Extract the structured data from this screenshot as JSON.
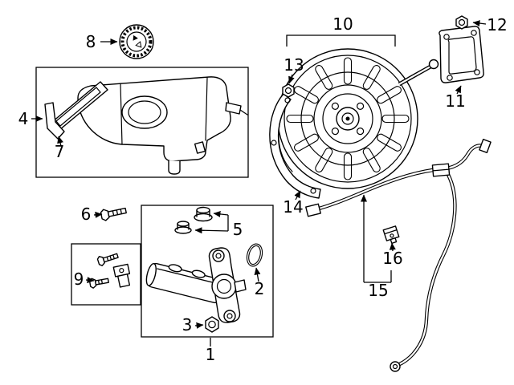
{
  "diagram": {
    "colors": {
      "background": "#ffffff",
      "line": "#000000"
    },
    "callouts": {
      "n1": "1",
      "n2": "2",
      "n3": "3",
      "n4": "4",
      "n5": "5",
      "n6": "6",
      "n7": "7",
      "n8": "8",
      "n9": "9",
      "n10": "10",
      "n11": "11",
      "n12": "12",
      "n13": "13",
      "n14": "14",
      "n15": "15",
      "n16": "16"
    }
  }
}
